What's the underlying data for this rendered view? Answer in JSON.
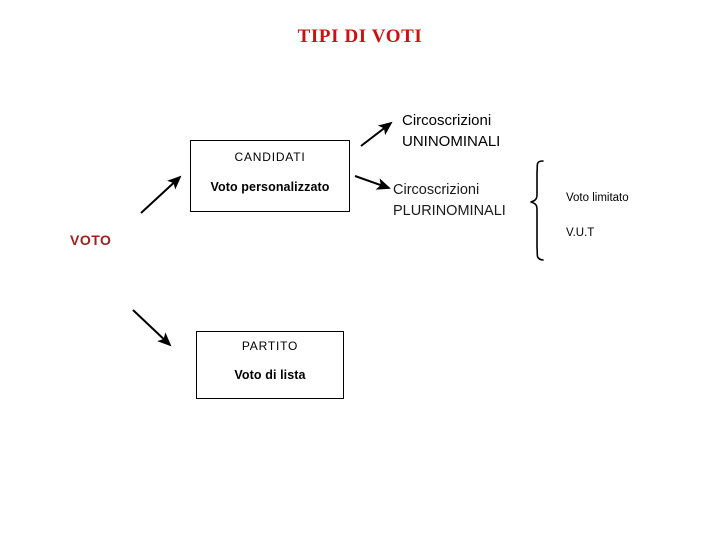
{
  "title": "TIPI DI VOTI",
  "root": {
    "label": "VOTO",
    "color": "#9e2020"
  },
  "colors": {
    "title": "#cc1111",
    "root_label": "#9e2020",
    "stroke": "#000000",
    "background": "#ffffff"
  },
  "boxes": [
    {
      "id": "candidati",
      "head": "CANDIDATI",
      "sub": "Voto personalizzato"
    },
    {
      "id": "partito",
      "head": "PARTITO",
      "sub": "Voto di lista"
    }
  ],
  "branches": [
    {
      "id": "uninominali",
      "line1": "Circoscrizioni",
      "line2": "UNINOMINALI"
    },
    {
      "id": "plurinominali",
      "line1": "Circoscrizioni",
      "line2": "PLURINOMINALI"
    }
  ],
  "leaves": [
    {
      "id": "voto-limitato",
      "label": "Voto limitato"
    },
    {
      "id": "vut",
      "label": "V.U.T"
    }
  ],
  "connectors": [
    {
      "id": "voto-to-candidati",
      "kind": "arrow",
      "direction": "up-right"
    },
    {
      "id": "voto-to-partito",
      "kind": "arrow",
      "direction": "down-right"
    },
    {
      "id": "candidati-to-uninominali",
      "kind": "arrow",
      "direction": "up-right"
    },
    {
      "id": "candidati-to-plurinominali",
      "kind": "arrow",
      "direction": "right"
    },
    {
      "id": "plurinominali-brace",
      "kind": "curly-brace",
      "direction": "left"
    }
  ]
}
